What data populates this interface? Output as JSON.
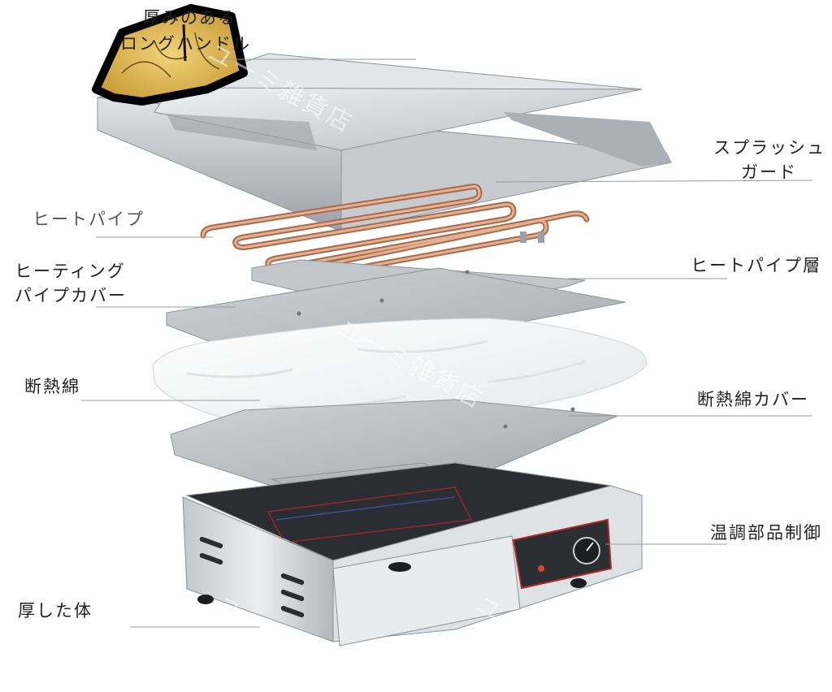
{
  "labels": {
    "handle_line1": "厚みのある",
    "handle_line2": "ロングハンドル",
    "splash_line1": "スプラッシュ",
    "splash_line2": "ガード",
    "heat_tube": "ヒートパイプ",
    "heating_cover_line1": "ヒーティング",
    "heating_cover_line2": "パイプカバー",
    "heat_layer": "ヒートパイプ層",
    "insulation": "断熱綿",
    "insulation_cover": "断熱綿カバー",
    "thermostat": "温調部品制御",
    "body": "厚した体"
  },
  "watermark": "ユーミ雑貨店",
  "colors": {
    "steel_light": "#d9dcdf",
    "steel_mid": "#b7bcc1",
    "steel_dark": "#8c9298",
    "copper": "#c98f6e",
    "copper_dark": "#a86a4a",
    "leader": "#9a9a9a",
    "panel_red": "#b02828"
  }
}
